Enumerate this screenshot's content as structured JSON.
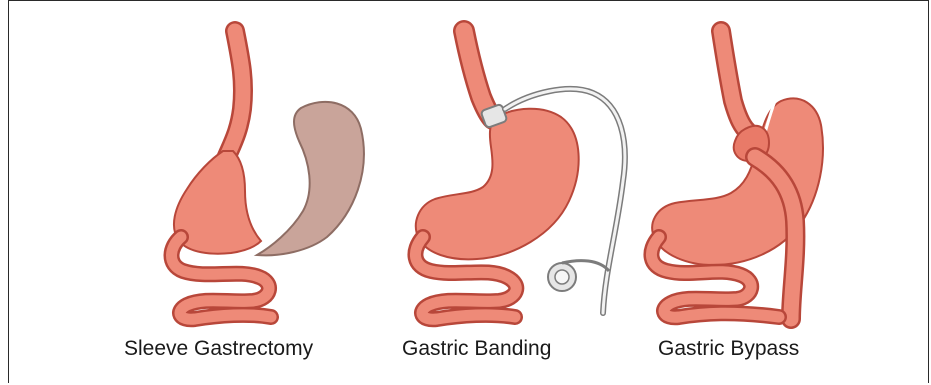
{
  "figure": {
    "panels": [
      {
        "id": "sleeve",
        "caption": "Sleeve Gastrectomy"
      },
      {
        "id": "banding",
        "caption": "Gastric Banding"
      },
      {
        "id": "bypass",
        "caption": "Gastric Bypass"
      }
    ]
  },
  "colors": {
    "tissue_fill": "#ee8a78",
    "tissue_dark": "#d9604e",
    "tissue_outline": "#b8473a",
    "removed_stomach": "#c9a49a",
    "removed_outline": "#8e6d64",
    "band": "#e6e6e6",
    "band_outline": "#7c7c7c",
    "caption_text": "#1a1a1a"
  }
}
